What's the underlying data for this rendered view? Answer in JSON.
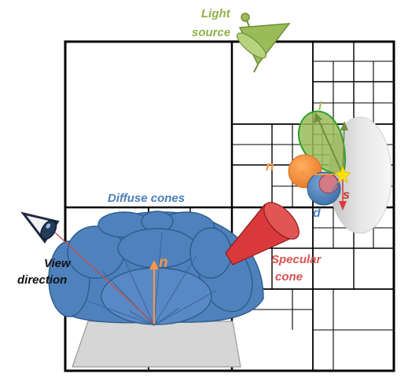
{
  "labels": {
    "light_source_line1": "Light",
    "light_source_line2": "source",
    "diffuse_cones": "Diffuse cones",
    "view_direction_line1": "View",
    "view_direction_line2": "direction",
    "specular_cone_line1": "Specular",
    "specular_cone_line2": "cone",
    "normal_main": "n",
    "normal_zoom": "n",
    "light_vec": "l",
    "spec_vec": "s",
    "view_vec": "d"
  },
  "colors": {
    "grid_line": "#000000",
    "light_green": "#9bbb59",
    "light_text": "#8fb04a",
    "diffuse_blue": "#4f81bd",
    "diffuse_dark": "#2e5c8a",
    "diffuse_text": "#4a7ebb",
    "normal_orange": "#f79646",
    "specular_red": "#d9393a",
    "specular_text": "#d9534f",
    "surface_gray": "#d9d9d9",
    "view_line": "#c0504d"
  },
  "icons": {
    "eye": "eye-icon",
    "light": "spotlight-icon"
  }
}
